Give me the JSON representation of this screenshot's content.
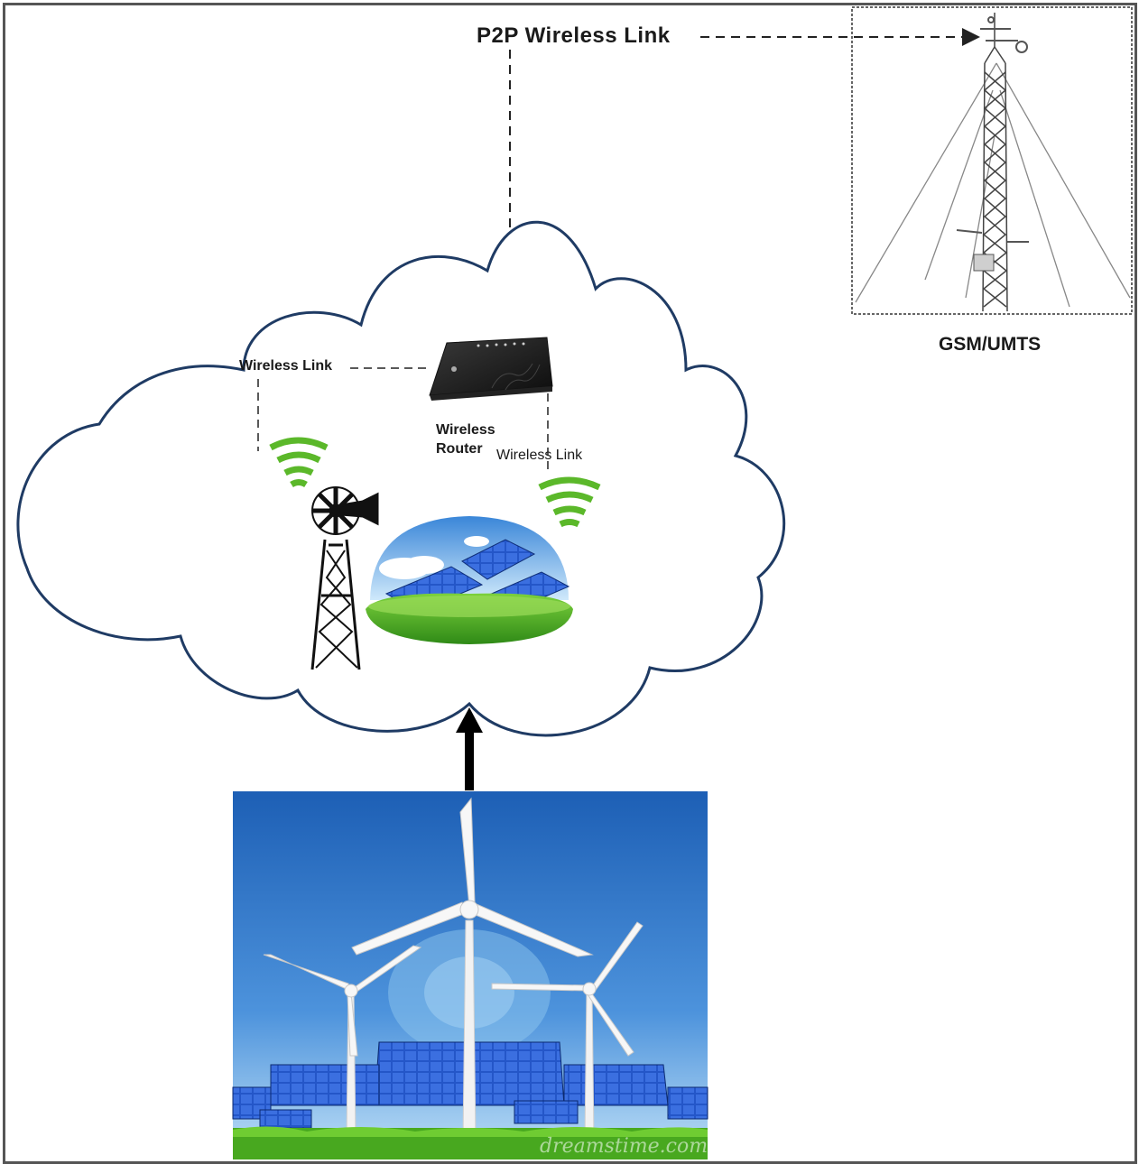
{
  "labels": {
    "p2p_link": "P2P Wireless Link",
    "gsm": "GSM/UMTS",
    "wireless_link_left": "Wireless Link",
    "router_line1": "Wireless",
    "router_line2": "Router",
    "wireless_link_right": "Wireless Link"
  },
  "watermark": "dreamstime.com",
  "colors": {
    "cloud_outline": "#1f3b64",
    "signal_green": "#5bb82a",
    "sky_blue": "#2f74c5",
    "grass_green": "#3c9a1e",
    "panel_blue": "#1f4fb8"
  },
  "icons": [
    "tower-icon",
    "router-icon",
    "windmill-icon",
    "solar-farm-icon",
    "wifi-signal-icon",
    "wind-solar-photo"
  ]
}
